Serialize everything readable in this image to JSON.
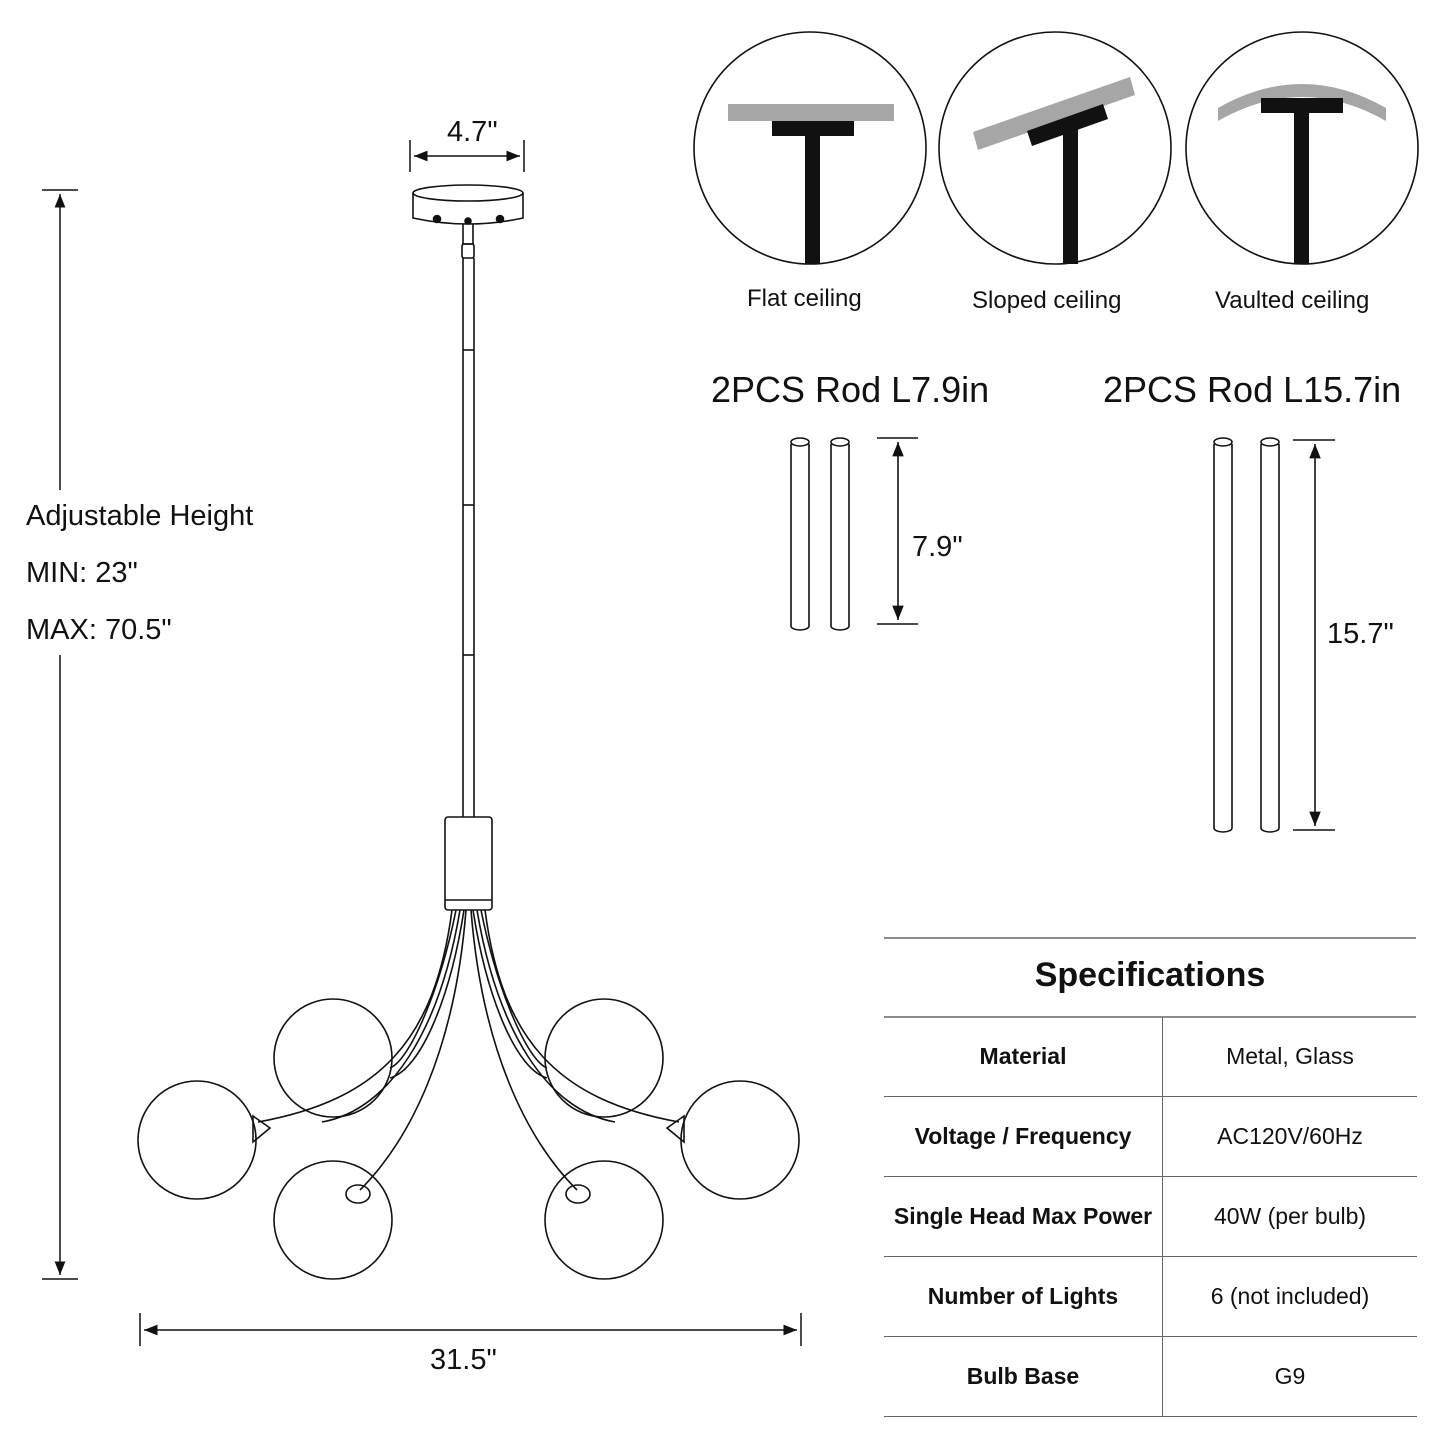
{
  "dimensions": {
    "canopy_width": "4.7\"",
    "overall_width": "31.5\"",
    "adjustable_height": {
      "title": "Adjustable Height",
      "min": "MIN: 23\"",
      "max": "MAX: 70.5\""
    }
  },
  "ceiling_types": [
    {
      "label": "Flat ceiling"
    },
    {
      "label": "Sloped ceiling"
    },
    {
      "label": "Vaulted ceiling"
    }
  ],
  "rods": [
    {
      "title": "2PCS Rod L7.9in",
      "length": "7.9\""
    },
    {
      "title": "2PCS Rod L15.7in",
      "length": "15.7\""
    }
  ],
  "specifications": {
    "title": "Specifications",
    "rows": [
      {
        "key": "Material",
        "value": "Metal, Glass"
      },
      {
        "key": "Voltage / Frequency",
        "value": "AC120V/60Hz"
      },
      {
        "key": "Single Head Max Power",
        "value": "40W (per bulb)"
      },
      {
        "key": "Number of Lights",
        "value": "6 (not included)"
      },
      {
        "key": "Bulb Base",
        "value": "G9"
      }
    ]
  },
  "colors": {
    "line": "#111111",
    "ceiling_gray": "#a6a6a6",
    "table_rule": "#666666"
  }
}
